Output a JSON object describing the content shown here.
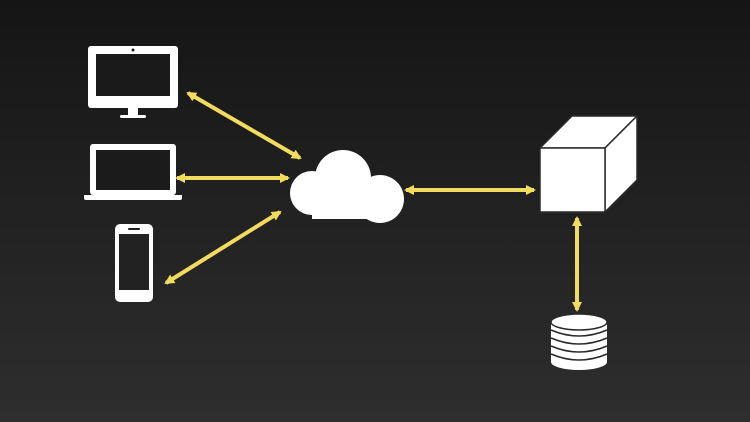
{
  "diagram": {
    "nodes": [
      {
        "id": "desktop",
        "icon": "desktop-monitor-icon"
      },
      {
        "id": "laptop",
        "icon": "laptop-icon"
      },
      {
        "id": "phone",
        "icon": "smartphone-icon"
      },
      {
        "id": "cloud",
        "icon": "cloud-icon"
      },
      {
        "id": "server",
        "icon": "server-cube-icon"
      },
      {
        "id": "database",
        "icon": "database-stack-icon"
      }
    ],
    "connections": [
      {
        "from": "desktop",
        "to": "cloud",
        "direction": "bidirectional"
      },
      {
        "from": "laptop",
        "to": "cloud",
        "direction": "bidirectional"
      },
      {
        "from": "phone",
        "to": "cloud",
        "direction": "bidirectional"
      },
      {
        "from": "cloud",
        "to": "server",
        "direction": "bidirectional"
      },
      {
        "from": "server",
        "to": "database",
        "direction": "bidirectional"
      }
    ],
    "colors": {
      "background_top": "#151515",
      "background_bottom": "#2e2e2e",
      "icon": "#ffffff",
      "arrow": "#f2dc5d"
    }
  }
}
